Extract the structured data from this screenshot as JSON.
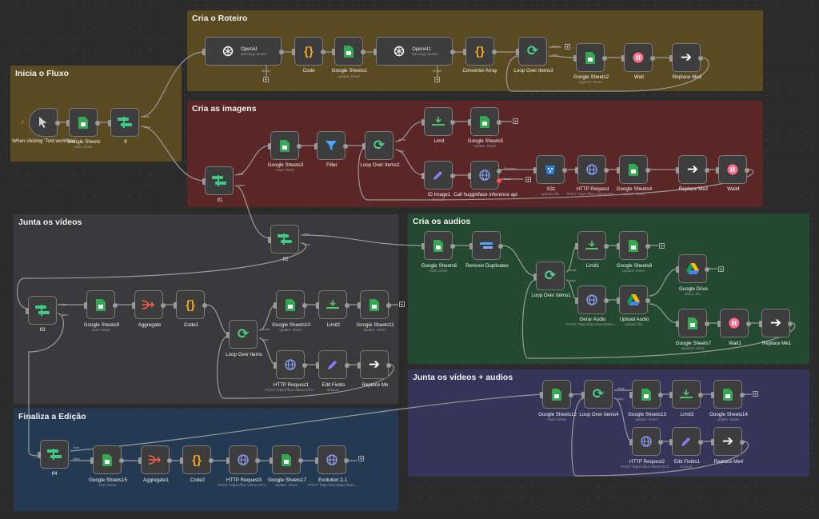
{
  "colors": {
    "sheets": "#34a853",
    "code": "#f5a623",
    "if": "#3ecb82",
    "loop": "#4fd08c",
    "http": "#8aa4ff",
    "wait": "#ff6b8a",
    "filter": "#4aa8ff",
    "edit": "#8c7cff",
    "arrow": "#ffffff",
    "aggregate": "#ff5f4a",
    "limit": "#54c26c",
    "openai": "#ffffff"
  },
  "groups": [
    {
      "key": "g1",
      "title": "Cria o Roteiro"
    },
    {
      "key": "g2",
      "title": "Inicia o Fluxo"
    },
    {
      "key": "g3",
      "title": "Cria as imagens"
    },
    {
      "key": "g4",
      "title": "Junta os vídeos"
    },
    {
      "key": "g5",
      "title": "Cria os audios"
    },
    {
      "key": "g6",
      "title": "Junta os vídeos + audios"
    },
    {
      "key": "g7",
      "title": "Finaliza a Edição"
    }
  ],
  "nodes": [
    {
      "id": "trigger",
      "title": "When clicking 'Test workflow'",
      "sub": "",
      "icon": "cursor-icon"
    },
    {
      "id": "gs",
      "title": "Google Sheets",
      "sub": "read: sheet",
      "icon": "sheets-icon"
    },
    {
      "id": "if",
      "title": "If",
      "sub": "",
      "icon": "if-icon"
    },
    {
      "id": "openai",
      "title": "OpenAI",
      "sub": "Message Model",
      "icon": "openai-icon"
    },
    {
      "id": "code",
      "title": "Code",
      "sub": "",
      "icon": "code-icon"
    },
    {
      "id": "gs1",
      "title": "Google Sheets1",
      "sub": "update: sheet",
      "icon": "sheets-icon"
    },
    {
      "id": "openai1",
      "title": "OpenAI1",
      "sub": "Message Model",
      "icon": "openai-icon"
    },
    {
      "id": "convarr",
      "title": "Converter Array",
      "sub": "",
      "icon": "code-icon"
    },
    {
      "id": "loop3",
      "title": "Loop Over Items3",
      "sub": "",
      "icon": "loop-icon"
    },
    {
      "id": "gs2",
      "title": "Google Sheets2",
      "sub": "append: sheet",
      "icon": "sheets-icon"
    },
    {
      "id": "wait",
      "title": "Wait",
      "sub": "",
      "icon": "wait-icon"
    },
    {
      "id": "rm3",
      "title": "Replace Me3",
      "sub": "",
      "icon": "arrow-icon"
    },
    {
      "id": "if1",
      "title": "If1",
      "sub": "",
      "icon": "if-icon"
    },
    {
      "id": "gs3",
      "title": "Google Sheets3",
      "sub": "read: sheet",
      "icon": "sheets-icon"
    },
    {
      "id": "filter",
      "title": "Filter",
      "sub": "",
      "icon": "filter-icon"
    },
    {
      "id": "loop2",
      "title": "Loop Over Items2",
      "sub": "",
      "icon": "loop-icon"
    },
    {
      "id": "limit",
      "title": "Limit",
      "sub": "",
      "icon": "limit-icon"
    },
    {
      "id": "gs5",
      "title": "Google Sheets5",
      "sub": "update: sheet",
      "icon": "sheets-icon"
    },
    {
      "id": "idimg",
      "title": "ID Image1",
      "sub": "manual",
      "icon": "edit-icon"
    },
    {
      "id": "hf",
      "title": "Call hugginface inference api",
      "sub": "",
      "icon": "http-icon"
    },
    {
      "id": "s31",
      "title": "S31",
      "sub": "upload: file",
      "icon": "s3-icon"
    },
    {
      "id": "http",
      "title": "HTTP Request",
      "sub": "POST: https://flux-videos-873...",
      "icon": "http-icon"
    },
    {
      "id": "gs4",
      "title": "Google Sheets4",
      "sub": "update: sheet",
      "icon": "sheets-icon"
    },
    {
      "id": "rm2",
      "title": "Replace Me2",
      "sub": "",
      "icon": "arrow-icon"
    },
    {
      "id": "wait4",
      "title": "Wait4",
      "sub": "",
      "icon": "wait-icon"
    },
    {
      "id": "if2",
      "title": "If2",
      "sub": "",
      "icon": "if-icon"
    },
    {
      "id": "if3",
      "title": "If3",
      "sub": "",
      "icon": "if-icon"
    },
    {
      "id": "gs9",
      "title": "Google Sheets9",
      "sub": "read: sheet",
      "icon": "sheets-icon"
    },
    {
      "id": "agg",
      "title": "Aggregate",
      "sub": "",
      "icon": "aggregate-icon"
    },
    {
      "id": "code1",
      "title": "Code1",
      "sub": "",
      "icon": "code-icon"
    },
    {
      "id": "loop",
      "title": "Loop Over Items",
      "sub": "",
      "icon": "loop-icon"
    },
    {
      "id": "gs10",
      "title": "Google Sheets10",
      "sub": "update: sheet",
      "icon": "sheets-icon"
    },
    {
      "id": "limit2",
      "title": "Limit2",
      "sub": "",
      "icon": "limit-icon"
    },
    {
      "id": "gs11",
      "title": "Google Sheets11",
      "sub": "update: sheet",
      "icon": "sheets-icon"
    },
    {
      "id": "http1",
      "title": "HTTP Request1",
      "sub": "POST: https://flux-videos-873...",
      "icon": "http-icon"
    },
    {
      "id": "edit",
      "title": "Edit Fields",
      "sub": "manual",
      "icon": "edit-icon"
    },
    {
      "id": "rm",
      "title": "Replace Me",
      "sub": "",
      "icon": "arrow-icon"
    },
    {
      "id": "gs6",
      "title": "Google Sheets6",
      "sub": "read: sheet",
      "icon": "sheets-icon"
    },
    {
      "id": "dedup",
      "title": "Remove Duplicates",
      "sub": "",
      "icon": "dedup-icon"
    },
    {
      "id": "loop1",
      "title": "Loop Over Items1",
      "sub": "",
      "icon": "loop-icon"
    },
    {
      "id": "limit1",
      "title": "Limit1",
      "sub": "",
      "icon": "limit-icon"
    },
    {
      "id": "gs8",
      "title": "Google Sheets8",
      "sub": "update: sheet",
      "icon": "sheets-icon"
    },
    {
      "id": "gdrive",
      "title": "Google Drive",
      "sub": "share: file",
      "icon": "drive-icon"
    },
    {
      "id": "audio",
      "title": "Gerar Audio",
      "sub": "POST: https://api.elevenlabs.i...",
      "icon": "http-icon"
    },
    {
      "id": "upaudio",
      "title": "Upload Audio",
      "sub": "upload: file",
      "icon": "drive-icon"
    },
    {
      "id": "gs7",
      "title": "Google Sheets7",
      "sub": "append: sheet",
      "icon": "sheets-icon"
    },
    {
      "id": "wait1",
      "title": "Wait1",
      "sub": "",
      "icon": "wait-icon"
    },
    {
      "id": "rm1",
      "title": "Replace Me1",
      "sub": "",
      "icon": "arrow-icon"
    },
    {
      "id": "gs12",
      "title": "Google Sheets12",
      "sub": "read: sheet",
      "icon": "sheets-icon"
    },
    {
      "id": "loop4",
      "title": "Loop Over Items4",
      "sub": "",
      "icon": "loop-icon"
    },
    {
      "id": "gs13",
      "title": "Google Sheets13",
      "sub": "update: sheet",
      "icon": "sheets-icon"
    },
    {
      "id": "limit3",
      "title": "Limit3",
      "sub": "",
      "icon": "limit-icon"
    },
    {
      "id": "gs14",
      "title": "Google Sheets14",
      "sub": "update: sheet",
      "icon": "sheets-icon"
    },
    {
      "id": "http2",
      "title": "HTTP Request2",
      "sub": "POST: https://flux-videos-873...",
      "icon": "http-icon"
    },
    {
      "id": "edit1",
      "title": "Edit Fields1",
      "sub": "manual",
      "icon": "edit-icon"
    },
    {
      "id": "rm4",
      "title": "Replace Me4",
      "sub": "",
      "icon": "arrow-icon"
    },
    {
      "id": "if4",
      "title": "If4",
      "sub": "",
      "icon": "if-icon"
    },
    {
      "id": "gs15",
      "title": "Google Sheets15",
      "sub": "read: sheet",
      "icon": "sheets-icon"
    },
    {
      "id": "agg1",
      "title": "Aggregate1",
      "sub": "",
      "icon": "aggregate-icon"
    },
    {
      "id": "code2",
      "title": "Code2",
      "sub": "",
      "icon": "code-icon"
    },
    {
      "id": "http3",
      "title": "HTTP Request3",
      "sub": "POST: https://flux-videos-873...",
      "icon": "http-icon"
    },
    {
      "id": "gs17",
      "title": "Google Sheets17",
      "sub": "update: sheet",
      "icon": "sheets-icon"
    },
    {
      "id": "evo",
      "title": "Evolution 2.1",
      "sub": "POST: https://evolution.fluxa...",
      "icon": "http-icon"
    }
  ],
  "branch_labels": {
    "true": "true",
    "false": "false",
    "done": "done",
    "loop": "loop",
    "success": "Success",
    "error": "Error",
    "model": "Model"
  }
}
